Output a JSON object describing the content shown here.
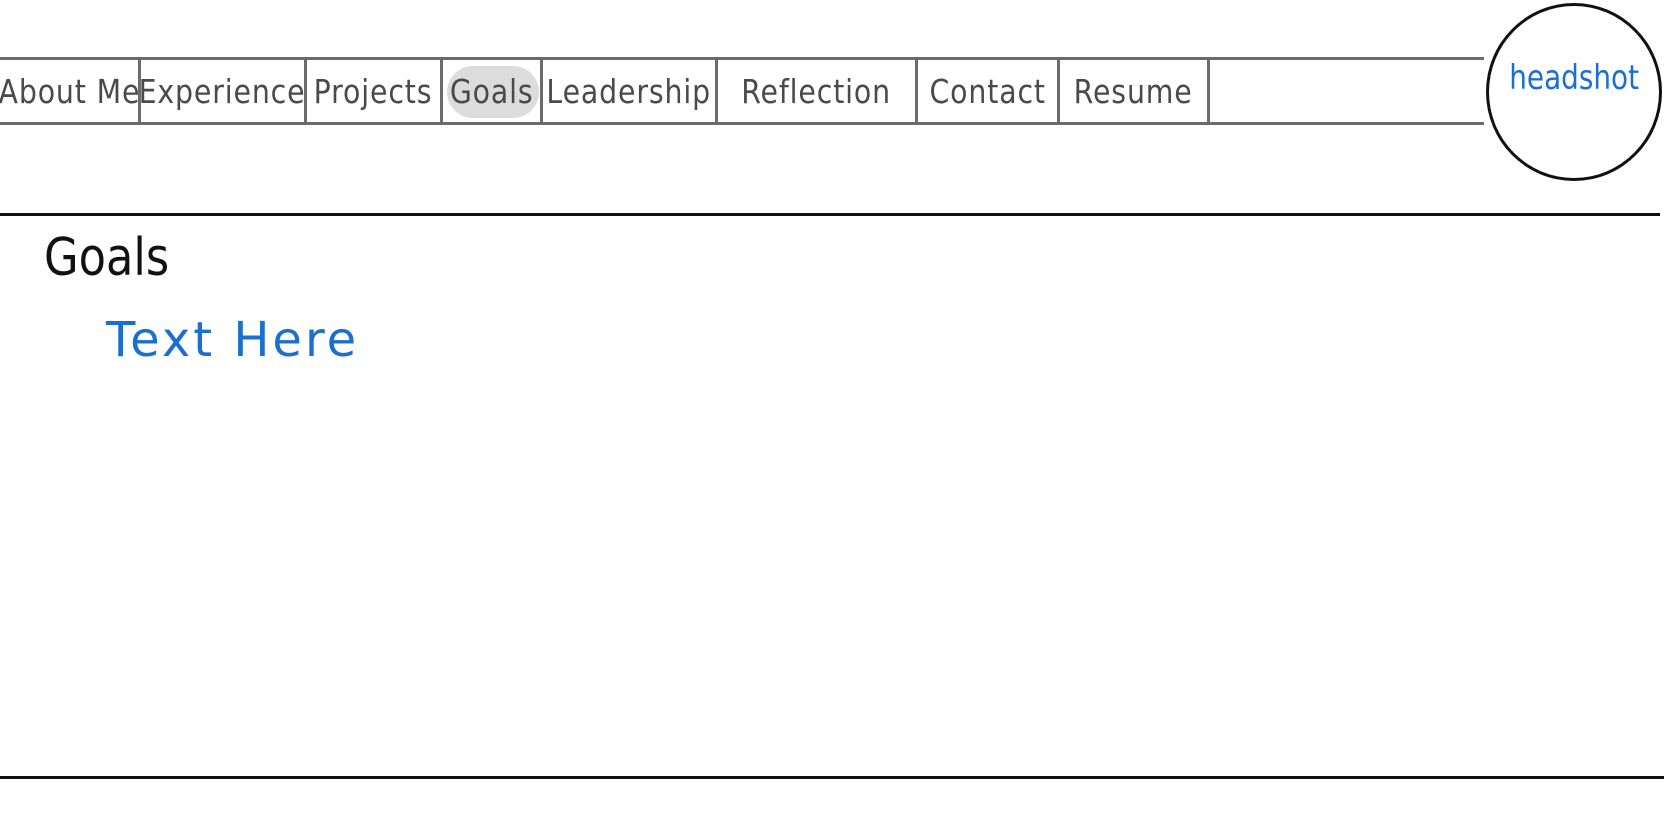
{
  "nav": {
    "tabs": [
      {
        "label": "About Me",
        "active": false
      },
      {
        "label": "Experience",
        "active": false
      },
      {
        "label": "Projects",
        "active": false
      },
      {
        "label": "Goals",
        "active": true
      },
      {
        "label": "Leadership",
        "active": false
      },
      {
        "label": "Reflection",
        "active": false
      },
      {
        "label": "Contact",
        "active": false
      },
      {
        "label": "Resume",
        "active": false
      }
    ]
  },
  "headshot": {
    "label": "headshot"
  },
  "main": {
    "title": "Goals",
    "body": "Text Here"
  },
  "colors": {
    "ink": "#111111",
    "nav_ink": "#4a4a4a",
    "nav_border": "#6b6b6b",
    "accent_blue": "#1a6fcf",
    "active_highlight": "#dcdcdc"
  }
}
